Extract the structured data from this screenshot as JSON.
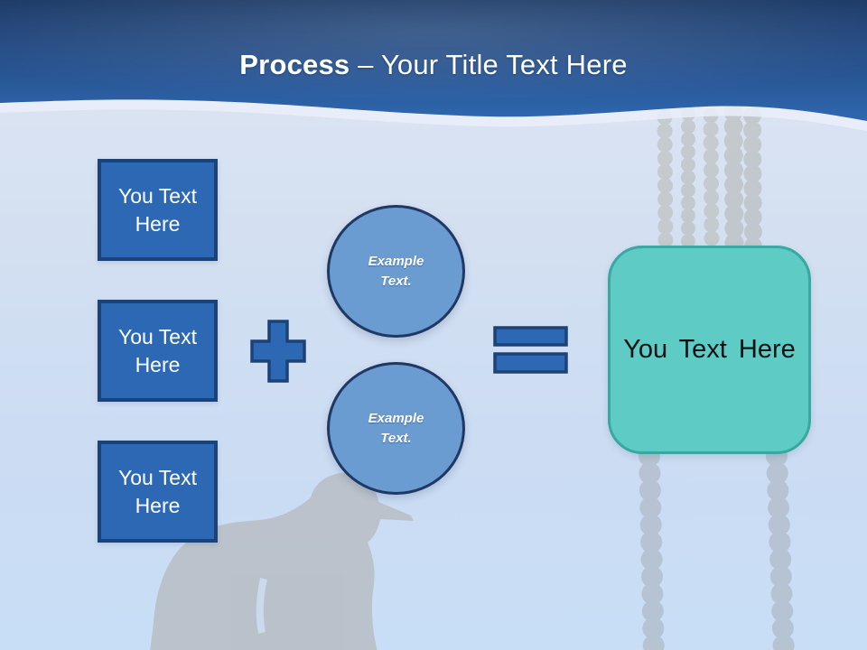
{
  "slide": {
    "header": {
      "title_emphasis": "Process",
      "title_rest": "– Your Title Text Here"
    },
    "steps": [
      {
        "label": "You Text Here"
      },
      {
        "label": "You Text Here"
      },
      {
        "label": "You Text Here"
      }
    ],
    "operators": {
      "plus": "plus-icon",
      "equals": "equals-icon"
    },
    "circles": [
      {
        "label": "Example Text."
      },
      {
        "label": "Example Text."
      }
    ],
    "result": {
      "label": "You Text Here"
    },
    "colors": {
      "header_top": "#1c3a67",
      "header_bottom": "#2f68b0",
      "title_text": "#ffffff",
      "step_fill": "#2d68b5",
      "step_border": "#1d4376",
      "circle_fill": "#6a9bd1",
      "circle_border": "#1f3864",
      "operator_fill": "#2d68b5",
      "operator_border": "#1d4376",
      "result_fill": "#5ecbc5",
      "result_border": "#3aa8a2",
      "result_text": "#0d1215",
      "background_top": "#dfe6f3",
      "background_bottom": "#c8def6",
      "silhouette_gray": "#b9c0c8"
    }
  }
}
